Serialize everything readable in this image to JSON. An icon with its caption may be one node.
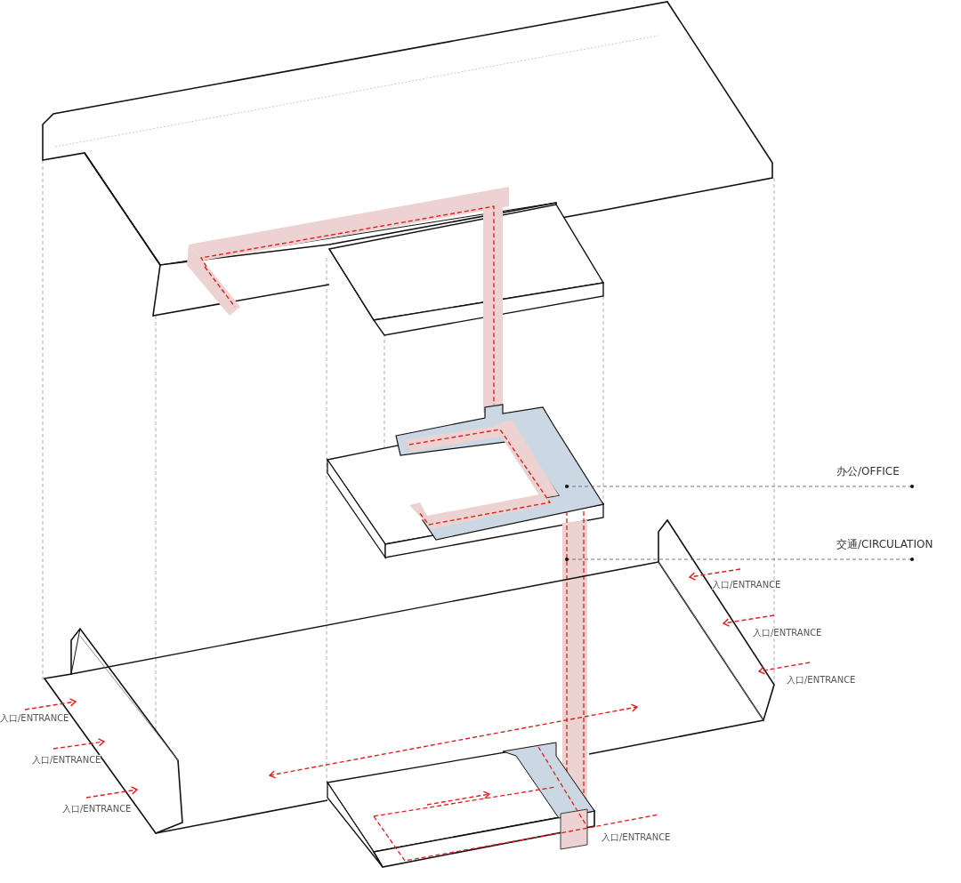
{
  "diagram": {
    "nodes": [
      {
        "text": [
          "办公/OFFICE"
        ]
      },
      {
        "text": [
          "交通/CIRCULATION"
        ]
      }
    ],
    "edges": [
      {
        "from": 0,
        "to": null,
        "arrow": "other",
        "style": "dashed"
      },
      {
        "from": 1,
        "to": null,
        "arrow": "other",
        "style": "dashed"
      }
    ],
    "labels": [
      "入口/ENTRANCE",
      "入口/ENTRANCE",
      "入口/ENTRANCE",
      "入口/ENTRANCE",
      "入口/ENTRANCE",
      "入口/ENTRANCE",
      "入口/ENTRANCE"
    ]
  }
}
